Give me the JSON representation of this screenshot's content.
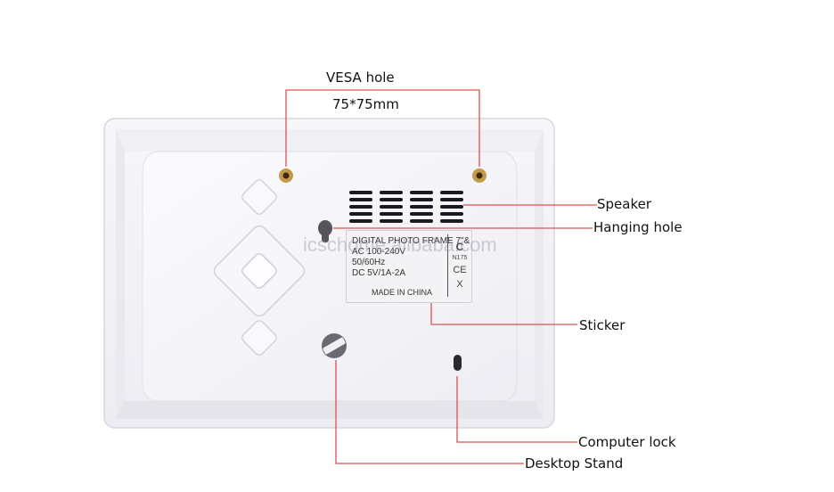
{
  "labels": {
    "vesa_title": "VESA hole",
    "vesa_size": "75*75mm",
    "speaker": "Speaker",
    "hanging_hole": "Hanging hole",
    "sticker": "Sticker",
    "computer_lock": "Computer lock",
    "desktop_stand": "Desktop Stand"
  },
  "sticker": {
    "lines": [
      "DIGITAL PHOTO FRAME 7\"&",
      "AC 100-240V",
      "50/60Hz",
      "DC 5V/1A-2A"
    ],
    "made_in": "MADE IN CHINA",
    "marks": [
      "C",
      "N175",
      "CE",
      "X"
    ]
  },
  "watermark": "icschome.alibaba.com",
  "colors": {
    "leader_line": "#d9534f",
    "frame_body": "#f4f4f8",
    "frame_edge": "#d8d8e0"
  },
  "icons": [
    "vesa-hole-icon",
    "speaker-grille-icon",
    "hanging-hole-icon",
    "computer-lock-icon",
    "desktop-stand-icon",
    "dpad-icon"
  ]
}
